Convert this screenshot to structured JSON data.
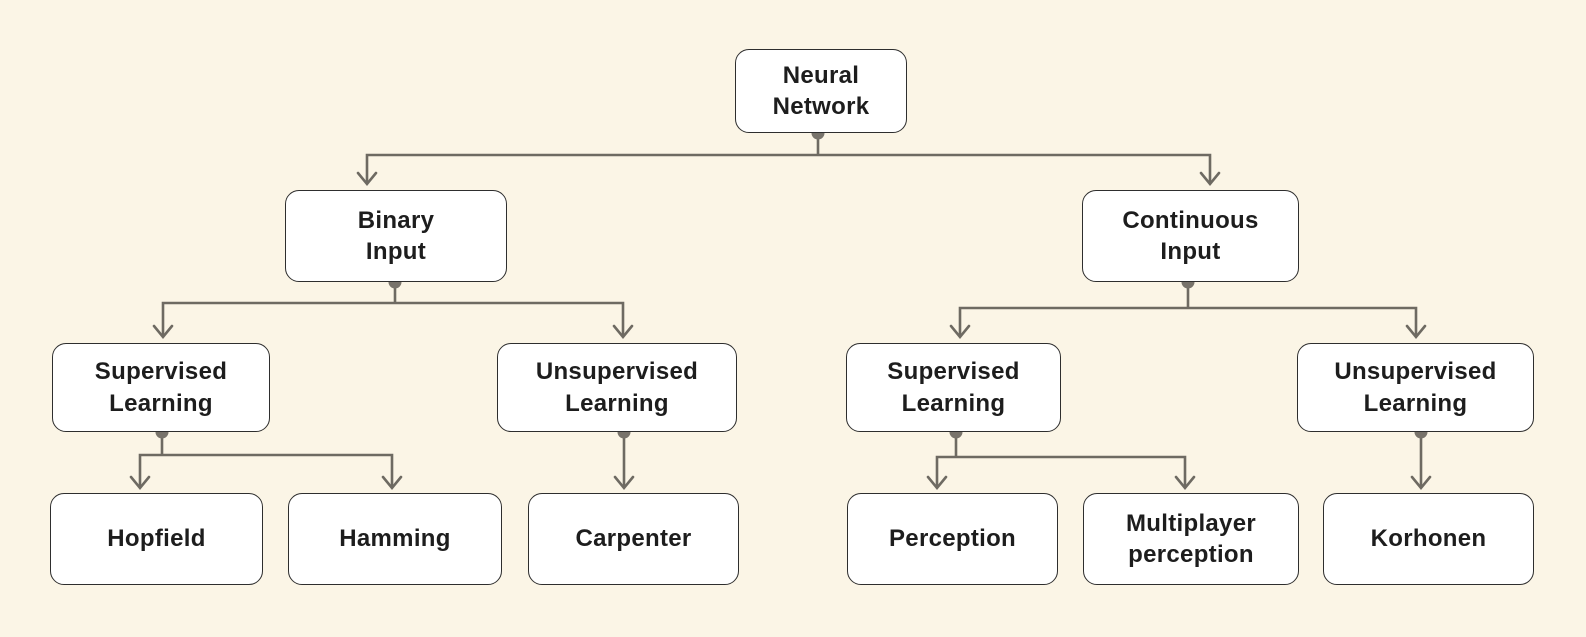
{
  "diagram": {
    "type": "tree",
    "root": "neural_network"
  },
  "colors": {
    "background": "#FBF5E6",
    "node_fill": "#FFFFFF",
    "node_border": "#2E2E2E",
    "connector": "#6E6A62",
    "dot": "#78736B",
    "text": "#1D1D1D"
  },
  "nodes": {
    "neural_network": {
      "label": "Neural\nNetwork"
    },
    "binary_input": {
      "label": "Binary\nInput"
    },
    "continuous_input": {
      "label": "Continuous\nInput"
    },
    "supervised_binary": {
      "label": "Supervised\nLearning"
    },
    "unsupervised_binary": {
      "label": "Unsupervised\nLearning"
    },
    "supervised_continuous": {
      "label": "Supervised\nLearning"
    },
    "unsupervised_continuous": {
      "label": "Unsupervised\nLearning"
    },
    "hopfield": {
      "label": "Hopfield"
    },
    "hamming": {
      "label": "Hamming"
    },
    "carpenter": {
      "label": "Carpenter"
    },
    "perception": {
      "label": "Perception"
    },
    "multiplayer_perception": {
      "label": "Multiplayer\nperception"
    },
    "korhonen": {
      "label": "Korhonen"
    }
  },
  "edges": [
    {
      "from": "neural_network",
      "to": "binary_input"
    },
    {
      "from": "neural_network",
      "to": "continuous_input"
    },
    {
      "from": "binary_input",
      "to": "supervised_binary"
    },
    {
      "from": "binary_input",
      "to": "unsupervised_binary"
    },
    {
      "from": "continuous_input",
      "to": "supervised_continuous"
    },
    {
      "from": "continuous_input",
      "to": "unsupervised_continuous"
    },
    {
      "from": "supervised_binary",
      "to": "hopfield"
    },
    {
      "from": "supervised_binary",
      "to": "hamming"
    },
    {
      "from": "unsupervised_binary",
      "to": "carpenter"
    },
    {
      "from": "supervised_continuous",
      "to": "perception"
    },
    {
      "from": "supervised_continuous",
      "to": "multiplayer_perception"
    },
    {
      "from": "unsupervised_continuous",
      "to": "korhonen"
    }
  ]
}
